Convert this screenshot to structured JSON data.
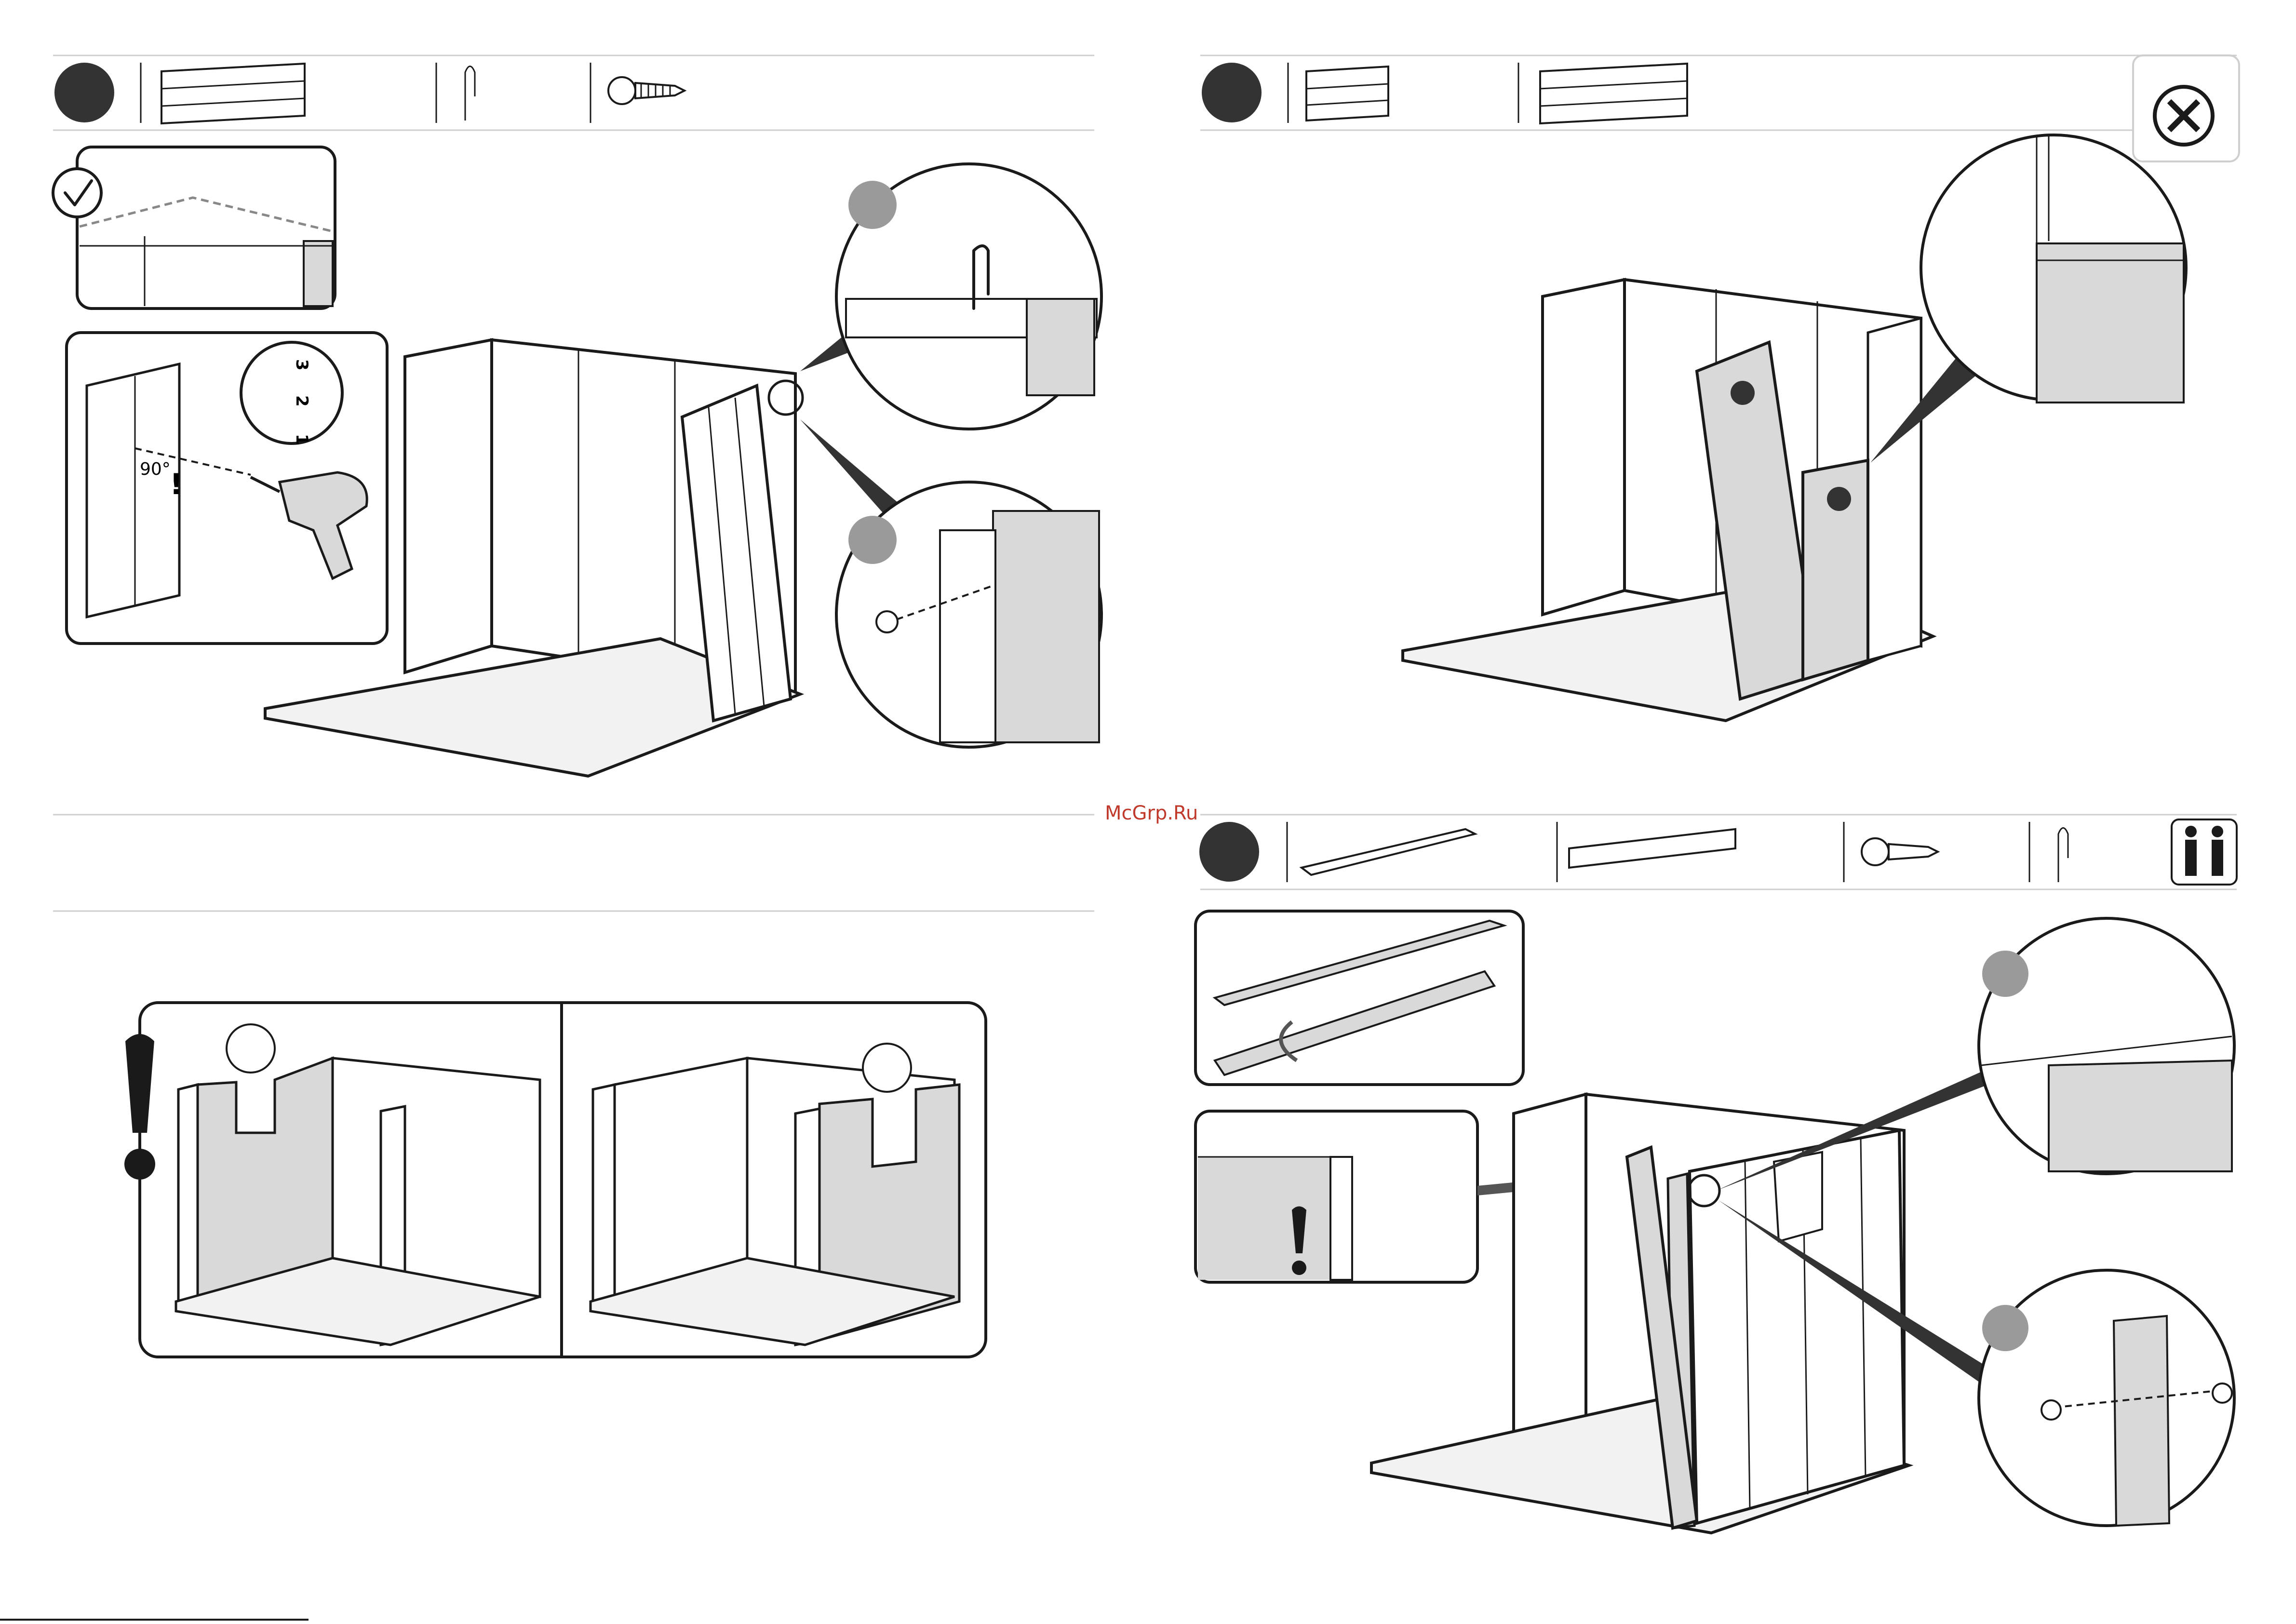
{
  "watermark": "McGrp.Ru",
  "diagram_labels": {
    "angle": "90°",
    "depth_1": "1",
    "depth_2": "2",
    "depth_3": "3"
  },
  "panels": [
    {
      "name": "step-top-left",
      "parts": [
        "wall-panel",
        "clip",
        "screw"
      ],
      "icons": [
        "check-icon",
        "drill-icon"
      ]
    },
    {
      "name": "step-top-right",
      "parts": [
        "wall-panel-short",
        "wall-panel-long"
      ],
      "icons": [
        "no-screw-icon"
      ]
    },
    {
      "name": "note-bottom-left",
      "icons": [
        "warning-icon"
      ]
    },
    {
      "name": "step-bottom-right",
      "parts": [
        "profile-strip",
        "long-bar",
        "screw",
        "clip"
      ],
      "icons": [
        "two-people-icon",
        "warning-icon"
      ]
    }
  ],
  "colors": {
    "ink": "#1a1a1a",
    "panel_fill": "#d9d9d9",
    "step_badge": "#333333",
    "callout_badge": "#9a9a9a",
    "watermark": "#c0392b"
  }
}
